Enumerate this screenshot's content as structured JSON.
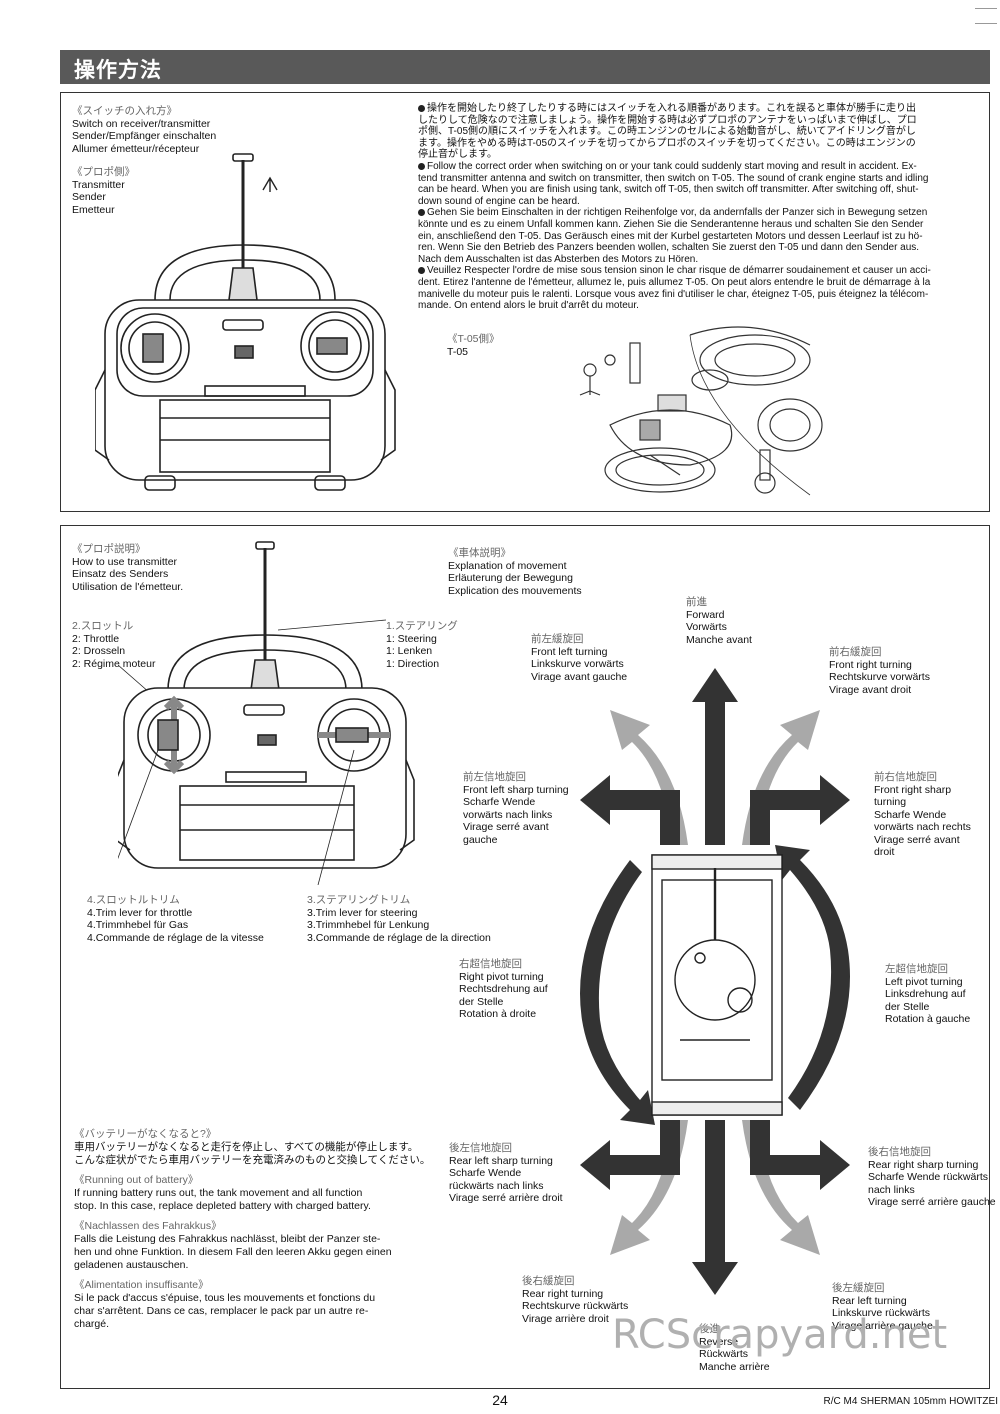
{
  "header": {
    "title": "操作方法"
  },
  "top_section": {
    "switch_heading_jp": "《スイッチの入れ方》",
    "switch_heading_lines": [
      "Switch on receiver/transmitter",
      "Sender/Empfänger einschalten",
      "Allumer émetteur/récepteur"
    ],
    "propo_label_jp": "《プロポ側》",
    "propo_label_lines": [
      "Transmitter",
      "Sender",
      "Emetteur"
    ],
    "paragraphs": [
      [
        "操作を開始したり終了したりする時にはスイッチを入れる順番があります。これを誤ると車体が勝手に走り出",
        "したりして危険なので注意しましょう。操作を開始する時は必ずプロポのアンテナをいっぱいまで伸ばし、プロ",
        "ポ側、T-05側の順にスイッチを入れます。この時エンジンのセルによる始動音がし、続いてアイドリング音がし",
        "ます。操作をやめる時はT-05のスイッチを切ってからプロポのスイッチを切ってください。この時はエンジンの",
        "停止音がします。"
      ],
      [
        "Follow the correct order when switching on or your tank could suddenly start moving and result in accident. Ex-",
        "tend transmitter antenna and switch on transmitter, then switch on T-05. The sound of crank engine starts and idling",
        "can be heard. When you are finish using tank, switch off T-05, then switch off transmitter. After switching off, shut-",
        "down sound of engine can be heard."
      ],
      [
        "Gehen Sie beim Einschalten in der richtigen Reihenfolge vor, da andernfalls der Panzer sich in Bewegung setzen",
        "könnte und es zu einem Unfall kommen kann. Ziehen Sie die Senderantenne heraus und schalten Sie den Sender",
        "ein, anschließend den T-05. Das Geräusch eines mit der Kurbel gestarteten Motors und dessen Leerlauf ist zu hö-",
        "ren. Wenn Sie den Betrieb des Panzers beenden wollen, schalten Sie zuerst den T-05 und dann den Sender aus.",
        "Nach dem Ausschalten ist das Absterben des Motors zu Hören."
      ],
      [
        "Veuillez Respecter l'ordre de mise sous tension sinon le char risque de démarrer soudainement et causer un acci-",
        "dent. Etirez l'antenne de l'émetteur, allumez le, puis allumez T-05. On peut alors entendre le bruit de démarrage à la",
        "manivelle du moteur puis le ralenti. Lorsque vous avez fini d'utiliser le char, éteignez T-05, puis éteignez la télécom-",
        "mande. On entend alors le bruit d'arrêt du moteur."
      ]
    ],
    "t05_label_jp": "《T-05側》",
    "t05_label": "T-05"
  },
  "transmitter_section": {
    "heading_jp": "《プロポ説明》",
    "heading_lines": [
      "How to use transmitter",
      "Einsatz des Senders",
      "Utilisation de l'émetteur."
    ],
    "throttle_jp": "2.スロットル",
    "throttle_lines": [
      "2: Throttle",
      "2: Drosseln",
      "2: Régime moteur"
    ],
    "steering_jp": "1.ステアリング",
    "steering_lines": [
      "1: Steering",
      "1: Lenken",
      "1: Direction"
    ],
    "throttle_trim_jp": "4.スロットルトリム",
    "throttle_trim_lines": [
      "4.Trim lever for throttle",
      "4.Trimmhebel für Gas",
      "4.Commande de réglage de la vitesse"
    ],
    "steering_trim_jp": "3.ステアリングトリム",
    "steering_trim_lines": [
      "3.Trim lever for steering",
      "3.Trimmhebel für Lenkung",
      "3.Commande de réglage de la direction"
    ]
  },
  "movement": {
    "heading_jp": "《車体説明》",
    "heading_lines": [
      "Explanation of movement",
      "Erläuterung der Bewegung",
      "Explication des mouvements"
    ],
    "forward": {
      "jp": "前進",
      "lines": [
        "Forward",
        "Vorwärts",
        "Manche avant"
      ]
    },
    "front_left": {
      "jp": "前左緩旋回",
      "lines": [
        "Front left turning",
        "Linkskurve vorwärts",
        "Virage avant gauche"
      ]
    },
    "front_right": {
      "jp": "前右緩旋回",
      "lines": [
        "Front right turning",
        "Rechtskurve vorwärts",
        "Virage avant droit"
      ]
    },
    "front_left_sharp": {
      "jp": "前左信地旋回",
      "lines": [
        "Front left sharp turning",
        "Scharfe Wende",
        "vorwärts nach links",
        "Virage serré avant",
        "gauche"
      ]
    },
    "front_right_sharp": {
      "jp": "前右信地旋回",
      "lines": [
        "Front right sharp",
        "turning",
        "Scharfe Wende",
        "vorwärts nach rechts",
        "Virage serré avant",
        "droit"
      ]
    },
    "right_pivot": {
      "jp": "右超信地旋回",
      "lines": [
        "Right pivot turning",
        "Rechtsdrehung auf",
        "der Stelle",
        "Rotation à droite"
      ]
    },
    "left_pivot": {
      "jp": "左超信地旋回",
      "lines": [
        "Left pivot turning",
        "Linksdrehung auf",
        "der Stelle",
        "Rotation à gauche"
      ]
    },
    "rear_left_sharp": {
      "jp": "後左信地旋回",
      "lines": [
        "Rear left sharp turning",
        "Scharfe Wende",
        "rückwärts nach links",
        "Virage serré arrière droit"
      ]
    },
    "rear_right_sharp": {
      "jp": "後右信地旋回",
      "lines": [
        "Rear right sharp turning",
        "Scharfe Wende rückwärts",
        "nach links",
        "Virage serré arrière gauche"
      ]
    },
    "rear_right": {
      "jp": "後右緩旋回",
      "lines": [
        "Rear right turning",
        "Rechtskurve rückwärts",
        "Virage arrière droit"
      ]
    },
    "rear_left": {
      "jp": "後左緩旋回",
      "lines": [
        "Rear left turning",
        "Linkskurve rückwärts",
        "Virage arrière gauche"
      ]
    },
    "reverse": {
      "jp": "後進",
      "lines": [
        "Reverse",
        "Rückwärts",
        "Manche arrière"
      ]
    }
  },
  "battery": {
    "jp_heading": "《バッテリーがなくなると?》",
    "jp_lines": [
      "車用バッテリーがなくなると走行を停止し、すべての機能が停止します。",
      "こんな症状がでたら車用バッテリーを充電済みのものと交換してください。"
    ],
    "en_heading": "《Running out of battery》",
    "en_lines": [
      "If running battery runs out, the tank movement and all function",
      "stop. In this case, replace depleted battery with charged battery."
    ],
    "de_heading": "《Nachlassen des Fahrakkus》",
    "de_lines": [
      "Falls die Leistung des Fahrakkus nachlässt, bleibt der Panzer ste-",
      "hen und ohne Funktion. In diesem Fall den leeren Akku gegen einen",
      "geladenen austauschen."
    ],
    "fr_heading": "《Alimentation insuffisante》",
    "fr_lines": [
      "Si le pack d'accus s'épuise, tous les mouvements et fonctions du",
      "char s'arrêtent. Dans ce cas, remplacer le pack par un autre re-",
      "chargé."
    ]
  },
  "footer": {
    "page_number": "24",
    "model": "R/C M4 SHERMAN 105mm HOWITZEI",
    "watermark": "RCScrapyard.net"
  }
}
